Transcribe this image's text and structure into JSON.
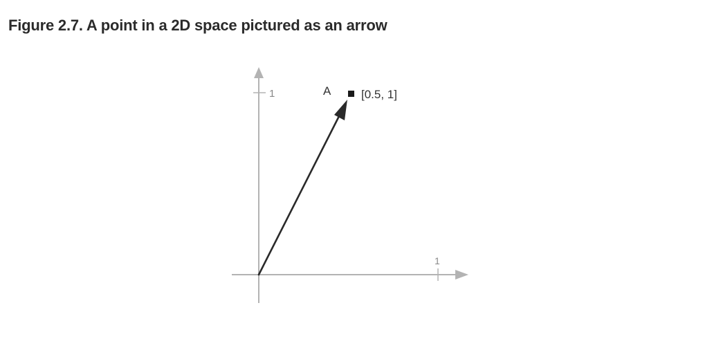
{
  "caption": "Figure 2.7. A point in a 2D space pictured as an arrow",
  "diagram": {
    "y_tick_label": "1",
    "x_tick_label": "1",
    "vector_label": "A",
    "point_label": "[0.5, 1]",
    "vector": {
      "x": 0.5,
      "y": 1
    },
    "colors": {
      "axis": "#b3b3b3",
      "vector": "#2a2a2a",
      "text": "#333333",
      "tick_text": "#888888"
    }
  }
}
